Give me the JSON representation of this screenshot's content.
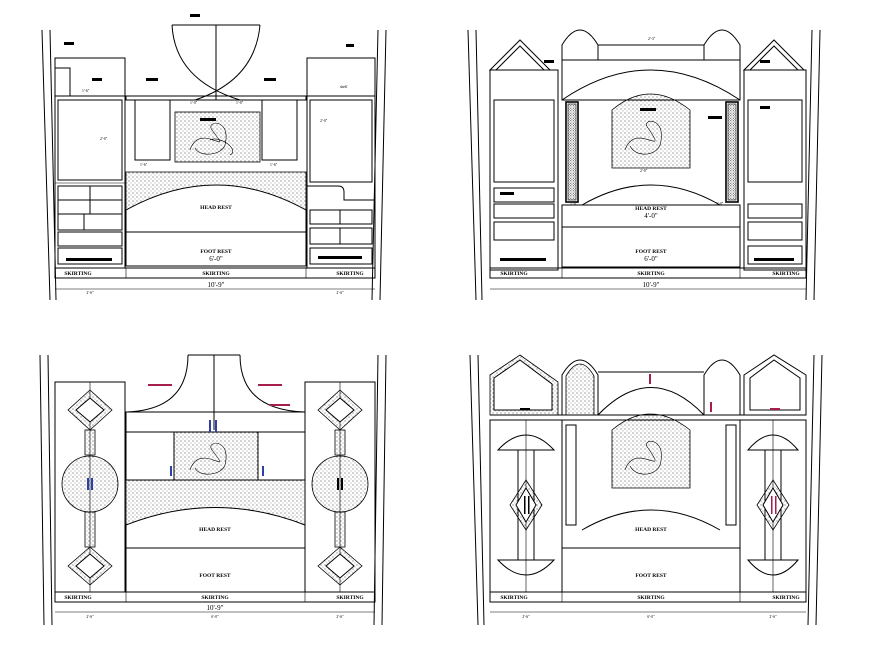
{
  "labels": {
    "head_rest": "HEAD REST",
    "foot_rest": "FOOT REST",
    "skirting": "SKIRTING",
    "shelf": "shelf"
  },
  "dims": {
    "overall": "10'-9\"",
    "bed_width": "6'-0\"",
    "bed_width_b": "4'-0\"",
    "side_width": "2'-6\"",
    "half_ft": "1'-6\"",
    "one_ft": "1'-0\"",
    "two_ft": "2'-0\"",
    "top_width": "2'-3\""
  },
  "colors": {
    "line": "#000000",
    "accent_blue": "#2e3fa6",
    "accent_red": "#a61e4d"
  }
}
